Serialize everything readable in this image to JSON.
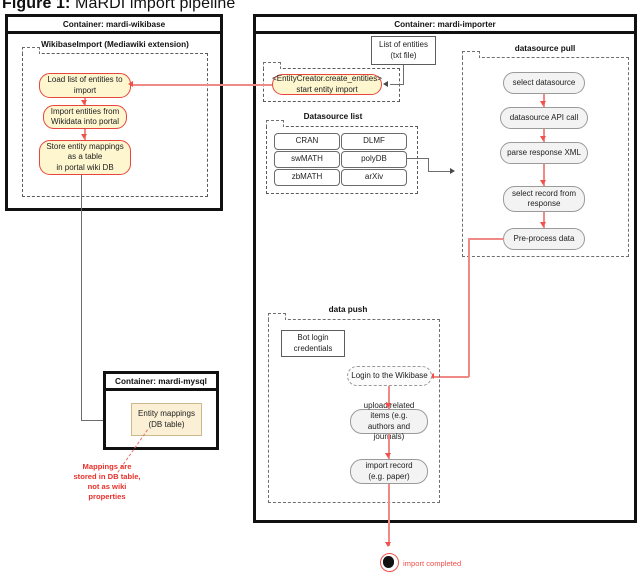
{
  "figure": {
    "label": "Figure 1:",
    "title": "MaRDI import pipeline"
  },
  "containers": [
    {
      "id": "mardi-wikibase",
      "header": "Container: mardi-wikibase"
    },
    {
      "id": "mardi-importer",
      "header": "Container: mardi-importer"
    },
    {
      "id": "mardi-mysql",
      "header": "Container: mardi-mysql"
    }
  ],
  "groups": {
    "wikibaseimport": "WikibaseImport (Mediawiki extension)",
    "datasource_list": "Datasource list",
    "datasource_pull": "datasource pull",
    "data_push": "data push"
  },
  "wikibase_nodes": [
    {
      "id": "load-list",
      "line1": "Load list of entities to",
      "line2": "import"
    },
    {
      "id": "import-entities",
      "line1": "Import entities from",
      "line2": "Wikidata into portal"
    },
    {
      "id": "store-mappings",
      "line1": "Store entity mappings",
      "line2": "as a table",
      "line3": "in portal wiki DB"
    }
  ],
  "importer_nodes": {
    "list_of_entities": {
      "line1": "List of entities",
      "line2": "(txt file)"
    },
    "entity_creator": {
      "line1": "<EntityCreator.create_entities>",
      "line2": "start entity import"
    }
  },
  "datasources": [
    [
      "CRAN",
      "DLMF"
    ],
    [
      "swMATH",
      "polyDB"
    ],
    [
      "zbMATH",
      "arXiv"
    ]
  ],
  "pull_steps": [
    {
      "id": "select-datasource",
      "line1": "select datasource"
    },
    {
      "id": "datasource-api-call",
      "line1": "datasource API call"
    },
    {
      "id": "parse-response-xml",
      "line1": "parse response XML"
    },
    {
      "id": "select-record",
      "line1": "select record from",
      "line2": "response"
    },
    {
      "id": "pre-process-data",
      "line1": "Pre-process data"
    }
  ],
  "push_steps": [
    {
      "id": "bot-login-credentials",
      "line1": "Bot login",
      "line2": "credentials"
    },
    {
      "id": "login-wikibase",
      "line1": "Login to the Wikibase"
    },
    {
      "id": "upload-related-items",
      "line1": "upload related items (e.g.",
      "line2": "authors and journals)"
    },
    {
      "id": "import-record",
      "line1": "import record",
      "line2": "(e.g. paper)"
    }
  ],
  "mysql_node": {
    "line1": "Entity mappings",
    "line2": "(DB table)"
  },
  "note": {
    "line1": "Mappings are",
    "line2": "stored in  DB table,",
    "line3": "not as wiki",
    "line4": "properties"
  },
  "end": {
    "label": "import completed"
  },
  "colors": {
    "accent_red": "#f0514b",
    "node_yellow_fill": "#fdf6cf",
    "node_gray_fill": "#f3f3f3",
    "beige_fill": "#fbf0d5",
    "container_border": "#111111"
  }
}
